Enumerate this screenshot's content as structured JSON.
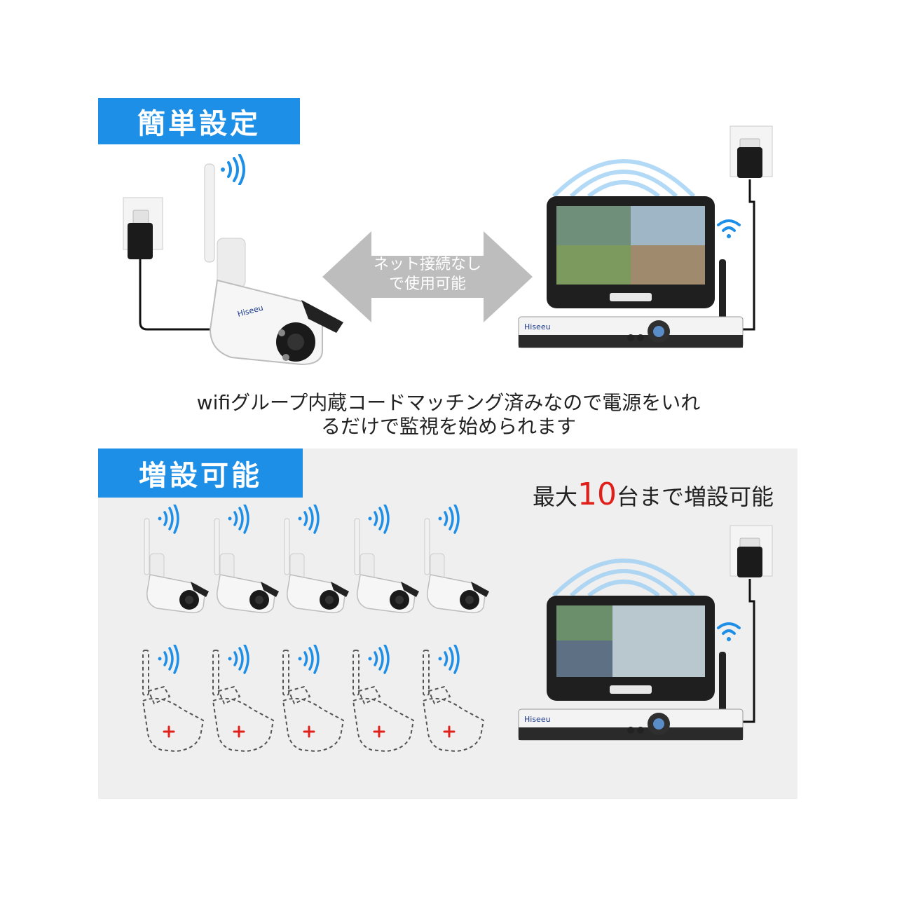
{
  "section1": {
    "label": "簡単設定"
  },
  "arrow": {
    "line1": "ネット接続なし",
    "line2": "で使用可能"
  },
  "caption": {
    "line1": "wifiグループ内蔵コードマッチング済みなので電源をいれ",
    "line2": "るだけで監視を始められます"
  },
  "section2": {
    "label": "増設可能"
  },
  "expand": {
    "prefix": "最大",
    "number": "10",
    "suffix": "台まで増設可能"
  },
  "brand": "Hiseeu",
  "colors": {
    "accent": "#1e8fe6",
    "highlight": "#e0201a",
    "panel": "#efefef",
    "plus": "#e0201a"
  }
}
